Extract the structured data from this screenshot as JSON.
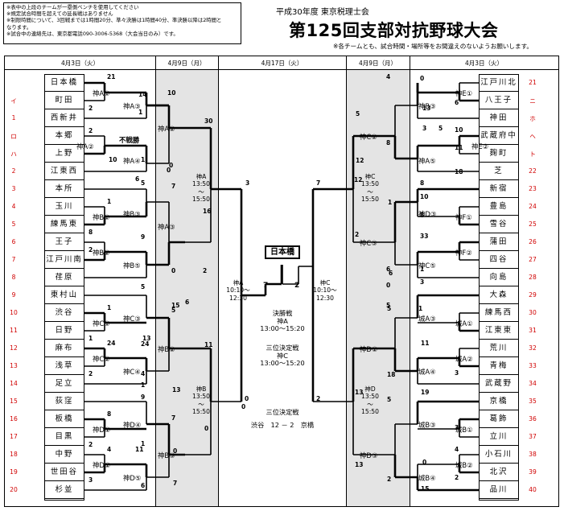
{
  "notes": [
    "※表中の上段のチームが一塁側ベンチを使用してください",
    "※規定試合時間を超えての延長戦はありません",
    "※制限時間について、3回戦までは1時間20分、準々決勝は1時間40分、準決勝以降は2時間と",
    "なります。",
    "※試合中の連絡先は、東京都電話090-3006-5368（大会当日のみ）です。"
  ],
  "subtitle": "平成30年度 東京税理士会",
  "title": "第125回支部対抗野球大会",
  "note2": "※各チームとも、試合時間・場所等をお間違えのないようお願いします。",
  "headers": [
    "4月3日（火）",
    "4月9日（月）",
    "4月17日（火）",
    "4月9日（月）",
    "4月3日（火）"
  ],
  "left": {
    "teams": [
      "日本橋",
      "町田",
      "西新井",
      "本郷",
      "上野",
      "江東西",
      "本所",
      "玉川",
      "練馬東",
      "王子",
      "江戸川南",
      "荏原",
      "東村山",
      "渋谷",
      "日野",
      "麻布",
      "浅草",
      "足立",
      "荻窪",
      "板橋",
      "目黒",
      "中野",
      "世田谷",
      "杉並"
    ],
    "nums": [
      "",
      "イ",
      "1",
      "ロ",
      "ハ",
      "2",
      "3",
      "4",
      "5",
      "6",
      "7",
      "8",
      "9",
      "10",
      "11",
      "12",
      "13",
      "14",
      "15",
      "16",
      "17",
      "18",
      "19",
      "20"
    ],
    "r1": [
      "神A①",
      "神A②",
      "神B①",
      "神B②",
      "神C①",
      "神C②",
      "神D①",
      "神D②"
    ],
    "r2": [
      "神A③",
      "神A④",
      "神B③",
      "神B⑤",
      "神C③",
      "神C④",
      "神D④",
      "神D⑤"
    ],
    "qf": [
      "神A②",
      "神A③",
      "神B②",
      "神B③"
    ],
    "sf": [
      {
        "name": "神A",
        "time": "13:50",
        "tilde": "〜",
        "end": "15:50"
      },
      {
        "name": "神B",
        "time": "13:50",
        "tilde": "〜",
        "end": "15:50"
      }
    ],
    "semi": {
      "name": "神A",
      "time": "10:10〜",
      "end": "12:30"
    },
    "walkover": "不戦勝",
    "scores": [
      "21",
      "2",
      "14",
      "1",
      "2",
      "10",
      "1",
      "0",
      "10",
      "0",
      "30",
      "6",
      "1",
      "8",
      "5",
      "7",
      "16",
      "9",
      "2",
      "0",
      "2",
      "15",
      "6",
      "5",
      "1",
      "1",
      "13",
      "24",
      "2",
      "24",
      "4",
      "1",
      "5",
      "11",
      "13",
      "7",
      "9",
      "8",
      "2",
      "1",
      "4",
      "3",
      "0",
      "11",
      "6",
      "7",
      "0",
      "0"
    ]
  },
  "right": {
    "teams": [
      "江戸川北",
      "八王子",
      "神田",
      "武蔵府中",
      "麹町",
      "芝",
      "新宿",
      "豊島",
      "雪谷",
      "蒲田",
      "四谷",
      "向島",
      "大森",
      "練馬西",
      "江東東",
      "荒川",
      "青梅",
      "武蔵野",
      "京橋",
      "葛飾",
      "立川",
      "小石川",
      "北沢",
      "品川"
    ],
    "nums": [
      "21",
      "ニ",
      "ホ",
      "ヘ",
      "ト",
      "22",
      "23",
      "24",
      "25",
      "26",
      "27",
      "28",
      "29",
      "30",
      "31",
      "32",
      "33",
      "34",
      "35",
      "36",
      "37",
      "38",
      "39",
      "40"
    ],
    "r1": [
      "神E①",
      "神E②",
      "神F①",
      "神F②",
      "城A①",
      "城A②",
      "城B①",
      "城B②"
    ],
    "r2": [
      "神B③",
      "神A⑤",
      "神D③",
      "神C⑤",
      "城A③",
      "城A④",
      "城B③",
      "城B④"
    ],
    "qf": [
      "神C②",
      "神C③",
      "神D②",
      "神D③"
    ],
    "sf": [
      {
        "name": "神C",
        "time": "13:50",
        "tilde": "〜",
        "end": "15:50"
      },
      {
        "name": "神D",
        "time": "13:50",
        "tilde": "〜",
        "end": "15:50"
      }
    ],
    "semi": {
      "name": "神C",
      "time": "10:10〜",
      "end": "12:30"
    },
    "scores": [
      "0",
      "4",
      "5",
      "13",
      "6",
      "12",
      "10",
      "11",
      "18",
      "8",
      "3",
      "5",
      "2",
      "8",
      "12",
      "1",
      "33",
      "6",
      "1",
      "6",
      "8",
      "10",
      "3",
      "0",
      "5",
      "1",
      "13",
      "18",
      "11",
      "5",
      "19",
      "5",
      "3",
      "3",
      "4",
      "15",
      "2",
      "2",
      "13",
      "0"
    ]
  },
  "final_score_left": "7",
  "final_score_right": "2",
  "final_winner": "日本橋",
  "center": {
    "final_title": "決勝戦",
    "final_field": "神A",
    "final_time": "13:00〜15:20",
    "third_title": "三位決定戦",
    "third_field": "神C",
    "third_time": "13:00〜15:20",
    "third_result_title": "三位決定戦",
    "third_result": "渋谷　12 － 2　京橋"
  },
  "semi_scores": [
    "3",
    "0",
    "7",
    "2"
  ],
  "colors": {
    "red": "#d00000",
    "shade": "#e4e4e4"
  }
}
